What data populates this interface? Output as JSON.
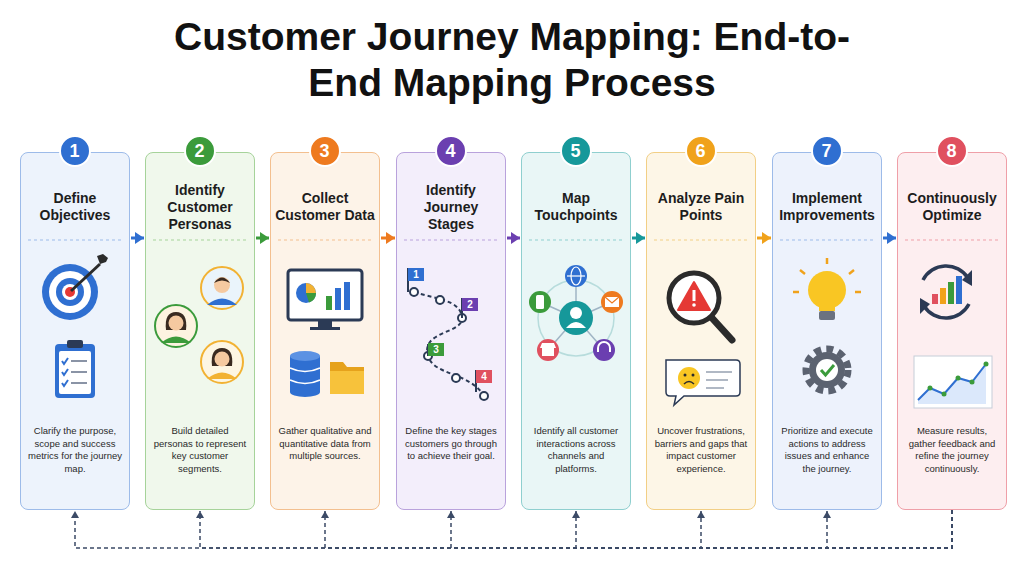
{
  "diagram": {
    "title": "Customer Journey Mapping: End-to-End Mapping Process",
    "nodes": [
      {
        "text": [
          "Define Objectives",
          "Clarify the purpose, scope and success metrics for the journey map."
        ]
      },
      {
        "text": [
          "1"
        ],
        "in": 0
      },
      {
        "text": [
          "Identify Customer Personas",
          "Build detailed personas to represent key customer segments."
        ]
      },
      {
        "text": [
          "2"
        ],
        "in": 2
      },
      {
        "text": [
          "Collect Customer Data",
          "Gather qualitative and quantitative data from multiple sources."
        ]
      },
      {
        "text": [
          "3"
        ],
        "in": 4
      },
      {
        "text": [
          "Identify Journey Stages",
          "Define the key stages customers go through to achieve their goal."
        ]
      },
      {
        "text": [
          "4"
        ],
        "in": 6
      },
      {
        "text": [
          "Map Touchpoints",
          "Identify all customer interactions across channels and platforms."
        ]
      },
      {
        "text": [
          "5"
        ],
        "in": 8
      },
      {
        "text": [
          "Analyze Pain Points",
          "Uncover frustrations, barriers and gaps that impact customer experience."
        ]
      },
      {
        "text": [
          "6"
        ],
        "in": 10
      },
      {
        "text": [
          "Implement Improvements",
          "Prioritize and execute actions to address issues and enhance the journey."
        ]
      },
      {
        "text": [
          "7"
        ],
        "in": 12
      },
      {
        "text": [
          "Continuously Optimize",
          "Measure results, gather feedback and refine the journey continuously."
        ]
      },
      {
        "text": [
          "8"
        ],
        "in": 14
      }
    ],
    "edges": [
      {
        "from": 0,
        "to": 2,
        "arrow": "to"
      },
      {
        "from": 2,
        "to": 4,
        "arrow": "to"
      },
      {
        "from": 4,
        "to": 6,
        "arrow": "to"
      },
      {
        "from": 6,
        "to": 8,
        "arrow": "to"
      },
      {
        "from": 8,
        "to": 10,
        "arrow": "to"
      },
      {
        "from": 10,
        "to": 12,
        "arrow": "to"
      },
      {
        "from": 12,
        "to": 14,
        "arrow": "to"
      },
      {
        "from": 14,
        "to": 0,
        "arrow": "to"
      },
      {
        "from": 14,
        "to": 2,
        "arrow": "to"
      },
      {
        "from": 14,
        "to": 4,
        "arrow": "to"
      },
      {
        "from": 14,
        "to": 6,
        "arrow": "to"
      },
      {
        "from": 14,
        "to": 8,
        "arrow": "to"
      },
      {
        "from": 14,
        "to": 10,
        "arrow": "to"
      },
      {
        "from": 14,
        "to": 12,
        "arrow": "to"
      }
    ],
    "labels": [
      "1",
      "2",
      "3",
      "4"
    ]
  }
}
